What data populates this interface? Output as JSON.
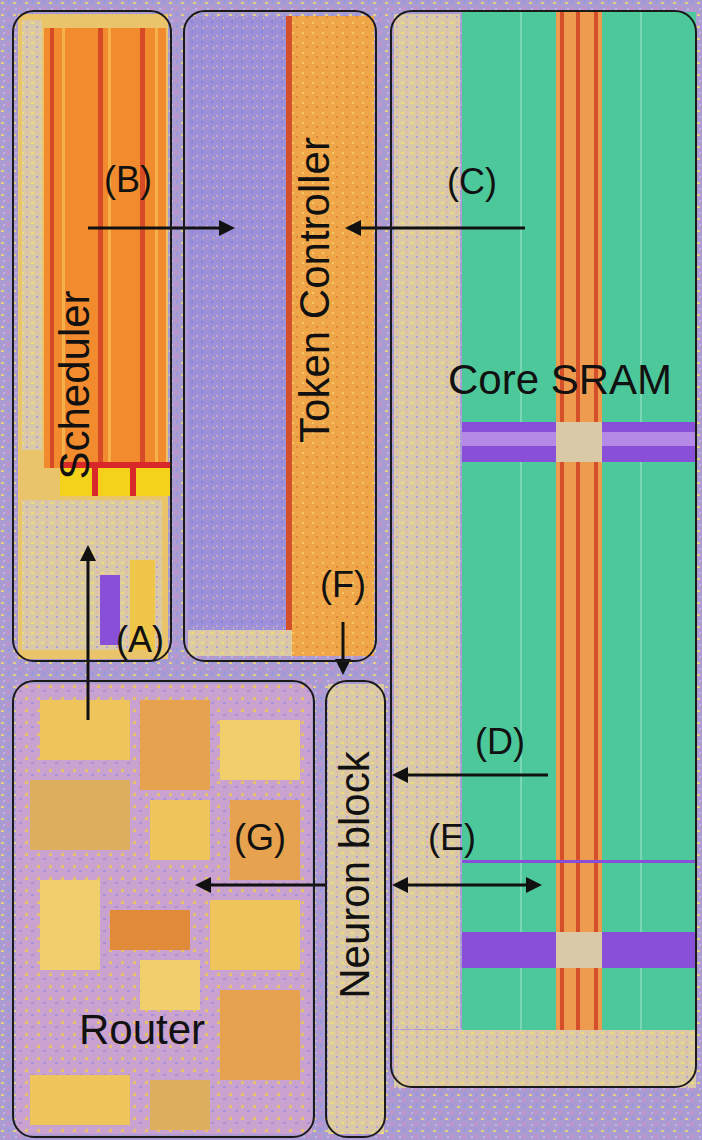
{
  "diagram": {
    "nodes": [
      {
        "text": [
          "Scheduler"
        ]
      },
      {
        "text": [
          "Token Controller"
        ]
      },
      {
        "text": [
          "Core SRAM"
        ]
      },
      {
        "text": [
          "Router"
        ]
      },
      {
        "text": [
          "Neuron block"
        ]
      }
    ],
    "edges": [
      {
        "from": 3,
        "to": 0,
        "arrow": "to",
        "label": "(A)"
      },
      {
        "from": 0,
        "to": 1,
        "arrow": "to",
        "label": "(B)"
      },
      {
        "from": 2,
        "to": 1,
        "arrow": "to",
        "label": "(C)"
      },
      {
        "from": 2,
        "to": 4,
        "arrow": "to",
        "label": "(D)"
      },
      {
        "from": 4,
        "to": 2,
        "arrow": "both",
        "label": "(E)"
      },
      {
        "from": 1,
        "to": 4,
        "arrow": "to",
        "label": "(F)"
      },
      {
        "from": 4,
        "to": 3,
        "arrow": "to",
        "label": "(G)"
      }
    ]
  }
}
